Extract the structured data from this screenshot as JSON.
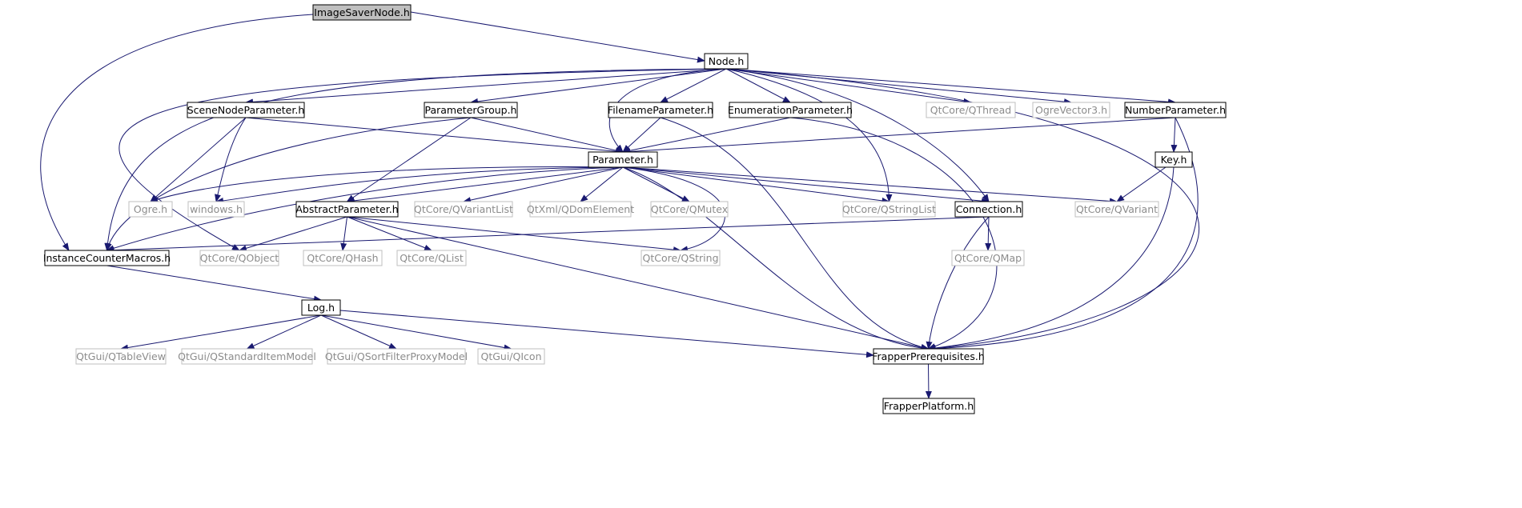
{
  "graph": {
    "colors": {
      "edge": "#191970",
      "local_border": "#000000",
      "external_border": "#bfbfbf",
      "external_text": "#8c8c8c",
      "root_fill": "#bfbfbf",
      "text": "#000000"
    },
    "nodes": [
      {
        "id": "ImageSaverNode",
        "label": "ImageSaverNode.h",
        "kind": "root"
      },
      {
        "id": "Node",
        "label": "Node.h",
        "kind": "local"
      },
      {
        "id": "SceneNodeParameter",
        "label": "SceneNodeParameter.h",
        "kind": "local"
      },
      {
        "id": "ParameterGroup",
        "label": "ParameterGroup.h",
        "kind": "local"
      },
      {
        "id": "FilenameParameter",
        "label": "FilenameParameter.h",
        "kind": "local"
      },
      {
        "id": "EnumerationParameter",
        "label": "EnumerationParameter.h",
        "kind": "local"
      },
      {
        "id": "QThread",
        "label": "QtCore/QThread",
        "kind": "external"
      },
      {
        "id": "OgreVector3",
        "label": "OgreVector3.h",
        "kind": "external"
      },
      {
        "id": "NumberParameter",
        "label": "NumberParameter.h",
        "kind": "local"
      },
      {
        "id": "Parameter",
        "label": "Parameter.h",
        "kind": "local"
      },
      {
        "id": "Key",
        "label": "Key.h",
        "kind": "local"
      },
      {
        "id": "Ogre",
        "label": "Ogre.h",
        "kind": "external"
      },
      {
        "id": "windows",
        "label": "windows.h",
        "kind": "external"
      },
      {
        "id": "AbstractParameter",
        "label": "AbstractParameter.h",
        "kind": "local"
      },
      {
        "id": "QVariantList",
        "label": "QtCore/QVariantList",
        "kind": "external"
      },
      {
        "id": "QDomElement",
        "label": "QtXml/QDomElement",
        "kind": "external"
      },
      {
        "id": "QMutex",
        "label": "QtCore/QMutex",
        "kind": "external"
      },
      {
        "id": "QStringList",
        "label": "QtCore/QStringList",
        "kind": "external"
      },
      {
        "id": "Connection",
        "label": "Connection.h",
        "kind": "local"
      },
      {
        "id": "QVariant",
        "label": "QtCore/QVariant",
        "kind": "external"
      },
      {
        "id": "InstanceCounterMacros",
        "label": "InstanceCounterMacros.h",
        "kind": "local"
      },
      {
        "id": "QObject",
        "label": "QtCore/QObject",
        "kind": "external"
      },
      {
        "id": "QHash",
        "label": "QtCore/QHash",
        "kind": "external"
      },
      {
        "id": "QList",
        "label": "QtCore/QList",
        "kind": "external"
      },
      {
        "id": "QString",
        "label": "QtCore/QString",
        "kind": "external"
      },
      {
        "id": "QMap",
        "label": "QtCore/QMap",
        "kind": "external"
      },
      {
        "id": "Log",
        "label": "Log.h",
        "kind": "local"
      },
      {
        "id": "QTableView",
        "label": "QtGui/QTableView",
        "kind": "external"
      },
      {
        "id": "QStandardItemModel",
        "label": "QtGui/QStandardItemModel",
        "kind": "external"
      },
      {
        "id": "QSortFilterProxyModel",
        "label": "QtGui/QSortFilterProxyModel",
        "kind": "external"
      },
      {
        "id": "QIcon",
        "label": "QtGui/QIcon",
        "kind": "external"
      },
      {
        "id": "FrapperPrerequisites",
        "label": "FrapperPrerequisites.h",
        "kind": "local"
      },
      {
        "id": "FrapperPlatform",
        "label": "FrapperPlatform.h",
        "kind": "local"
      }
    ],
    "edges": [
      [
        "ImageSaverNode",
        "Node"
      ],
      [
        "ImageSaverNode",
        "InstanceCounterMacros"
      ],
      [
        "Node",
        "SceneNodeParameter"
      ],
      [
        "Node",
        "ParameterGroup"
      ],
      [
        "Node",
        "FilenameParameter"
      ],
      [
        "Node",
        "EnumerationParameter"
      ],
      [
        "Node",
        "QThread"
      ],
      [
        "Node",
        "OgreVector3"
      ],
      [
        "Node",
        "NumberParameter"
      ],
      [
        "Node",
        "Parameter"
      ],
      [
        "Node",
        "QStringList"
      ],
      [
        "Node",
        "Connection"
      ],
      [
        "Node",
        "InstanceCounterMacros"
      ],
      [
        "Node",
        "QObject"
      ],
      [
        "Node",
        "FrapperPrerequisites"
      ],
      [
        "SceneNodeParameter",
        "Parameter"
      ],
      [
        "SceneNodeParameter",
        "Ogre"
      ],
      [
        "SceneNodeParameter",
        "windows"
      ],
      [
        "ParameterGroup",
        "Parameter"
      ],
      [
        "ParameterGroup",
        "AbstractParameter"
      ],
      [
        "ParameterGroup",
        "InstanceCounterMacros"
      ],
      [
        "FilenameParameter",
        "Parameter"
      ],
      [
        "FilenameParameter",
        "FrapperPrerequisites"
      ],
      [
        "EnumerationParameter",
        "Parameter"
      ],
      [
        "EnumerationParameter",
        "FrapperPrerequisites"
      ],
      [
        "NumberParameter",
        "Parameter"
      ],
      [
        "NumberParameter",
        "Key"
      ],
      [
        "NumberParameter",
        "FrapperPrerequisites"
      ],
      [
        "Parameter",
        "Ogre"
      ],
      [
        "Parameter",
        "windows"
      ],
      [
        "Parameter",
        "AbstractParameter"
      ],
      [
        "Parameter",
        "QVariantList"
      ],
      [
        "Parameter",
        "QDomElement"
      ],
      [
        "Parameter",
        "QMutex"
      ],
      [
        "Parameter",
        "QStringList"
      ],
      [
        "Parameter",
        "Connection"
      ],
      [
        "Parameter",
        "QVariant"
      ],
      [
        "Parameter",
        "InstanceCounterMacros"
      ],
      [
        "Parameter",
        "QString"
      ],
      [
        "Parameter",
        "FrapperPrerequisites"
      ],
      [
        "Key",
        "QVariant"
      ],
      [
        "Key",
        "FrapperPrerequisites"
      ],
      [
        "AbstractParameter",
        "QObject"
      ],
      [
        "AbstractParameter",
        "QHash"
      ],
      [
        "AbstractParameter",
        "QList"
      ],
      [
        "AbstractParameter",
        "QString"
      ],
      [
        "AbstractParameter",
        "FrapperPrerequisites"
      ],
      [
        "Connection",
        "InstanceCounterMacros"
      ],
      [
        "Connection",
        "QMap"
      ],
      [
        "Connection",
        "FrapperPrerequisites"
      ],
      [
        "InstanceCounterMacros",
        "Log"
      ],
      [
        "Log",
        "QTableView"
      ],
      [
        "Log",
        "QStandardItemModel"
      ],
      [
        "Log",
        "QSortFilterProxyModel"
      ],
      [
        "Log",
        "QIcon"
      ],
      [
        "Log",
        "FrapperPrerequisites"
      ],
      [
        "FrapperPrerequisites",
        "FrapperPlatform"
      ]
    ]
  }
}
